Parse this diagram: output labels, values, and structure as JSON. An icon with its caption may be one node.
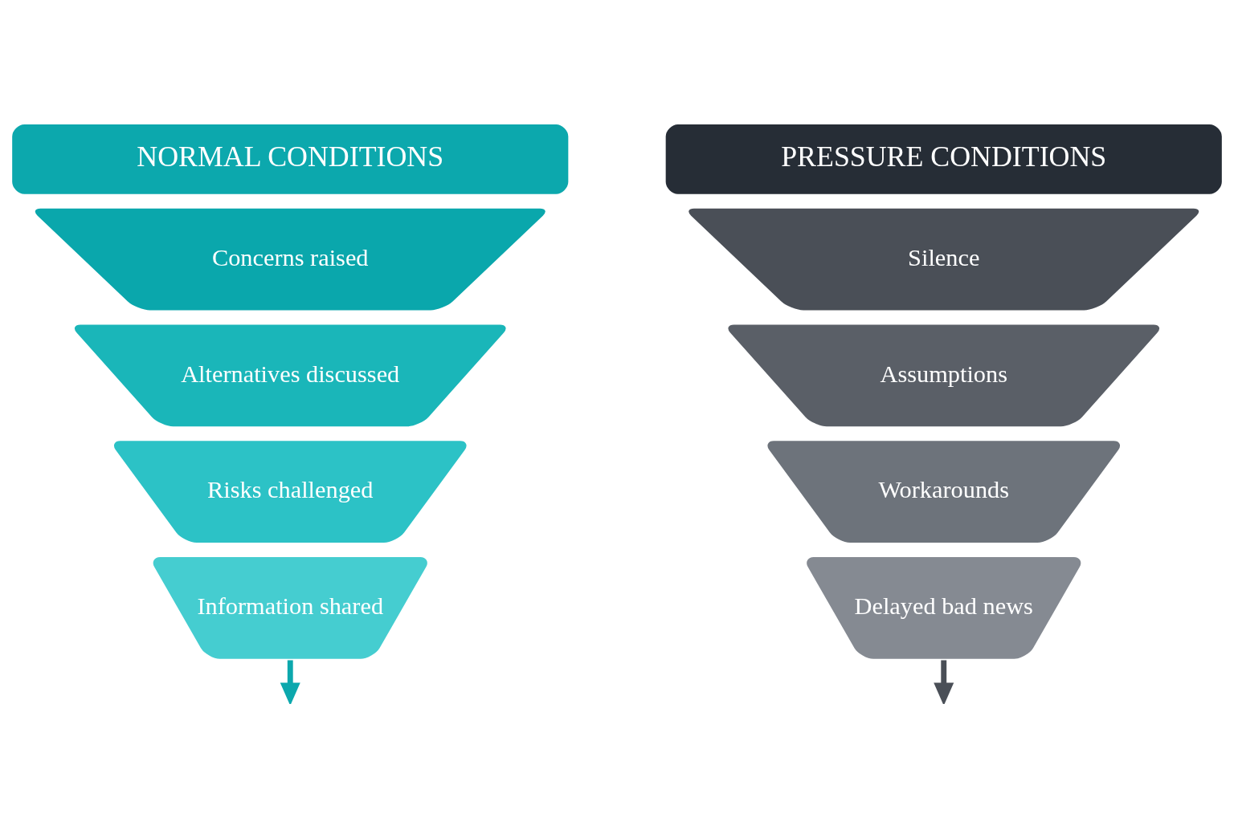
{
  "diagram": {
    "nodes": [
      {
        "text": [
          "NORMAL CONDITIONS"
        ]
      },
      {
        "text": [
          "Concerns raised"
        ]
      },
      {
        "text": [
          "Alternatives discussed"
        ]
      },
      {
        "text": [
          "Risks challenged"
        ]
      },
      {
        "text": [
          "Information shared"
        ]
      },
      {
        "text": [
          "PRESSURE CONDITIONS"
        ]
      },
      {
        "text": [
          "Silence"
        ]
      },
      {
        "text": [
          "Assumptions"
        ]
      },
      {
        "text": [
          "Workarounds"
        ]
      },
      {
        "text": [
          "Delayed bad news"
        ]
      }
    ],
    "edges": [
      {
        "from": 4,
        "to": null,
        "arrow": "to",
        "color": "#0ca8ad"
      },
      {
        "from": 9,
        "to": null,
        "arrow": "to",
        "color": "#4a4f57"
      }
    ]
  }
}
